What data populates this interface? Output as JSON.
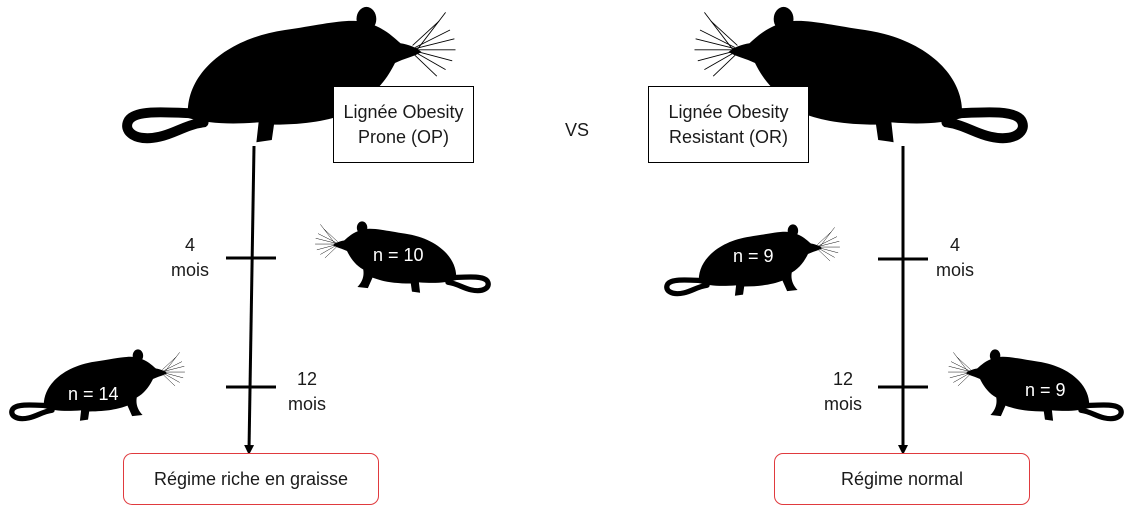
{
  "left": {
    "line_label": "Lignée Obesity Prone (OP)",
    "regime": "Régime riche en graisse",
    "time1": "4\nmois",
    "time2": "12\nmois",
    "n1": "n = 10",
    "n2": "n = 14"
  },
  "right": {
    "line_label": "Lignée Obesity Resistant (OR)",
    "regime": "Régime normal",
    "time1": "4\nmois",
    "time2": "12\nmois",
    "n1": "n = 9",
    "n2": "n = 9"
  },
  "vs_label": "VS",
  "colors": {
    "regime_border": "#e03a3e",
    "ink": "#000000"
  },
  "icons": [
    "rat-icon"
  ]
}
